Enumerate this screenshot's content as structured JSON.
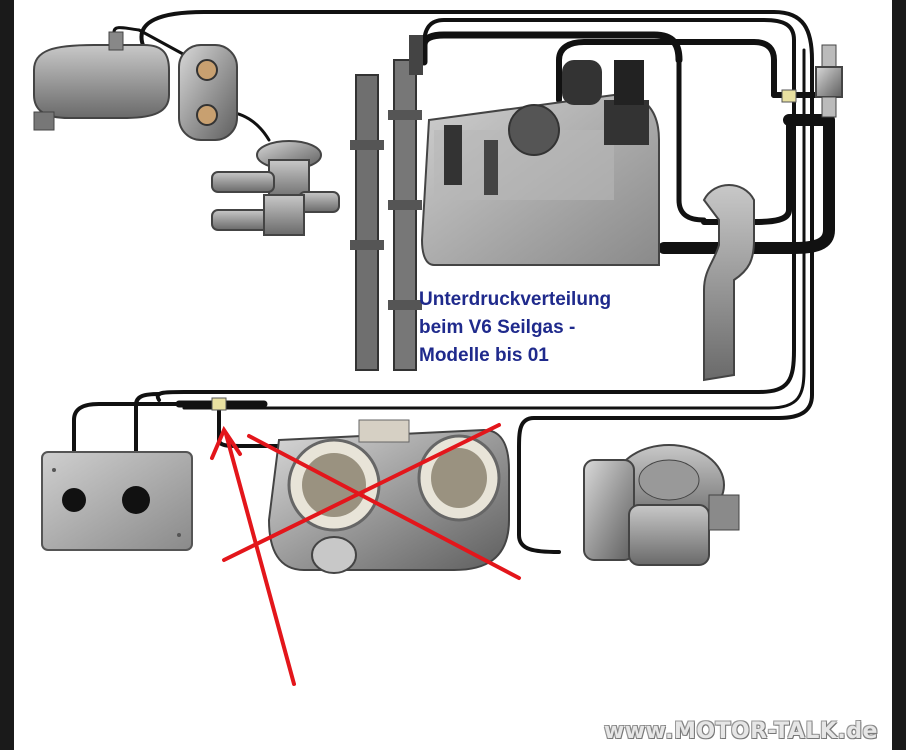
{
  "diagram": {
    "caption_lines": [
      "Unterdruckverteilung",
      "beim  V6 Seilgas -",
      "Modelle bis 01"
    ],
    "watermark": "www.MOTOR-TALK.de"
  },
  "colors": {
    "hose": "#111111",
    "caption": "#1f2a8c",
    "cross_out": "#e3161b",
    "connector": "#e8e0a0"
  }
}
